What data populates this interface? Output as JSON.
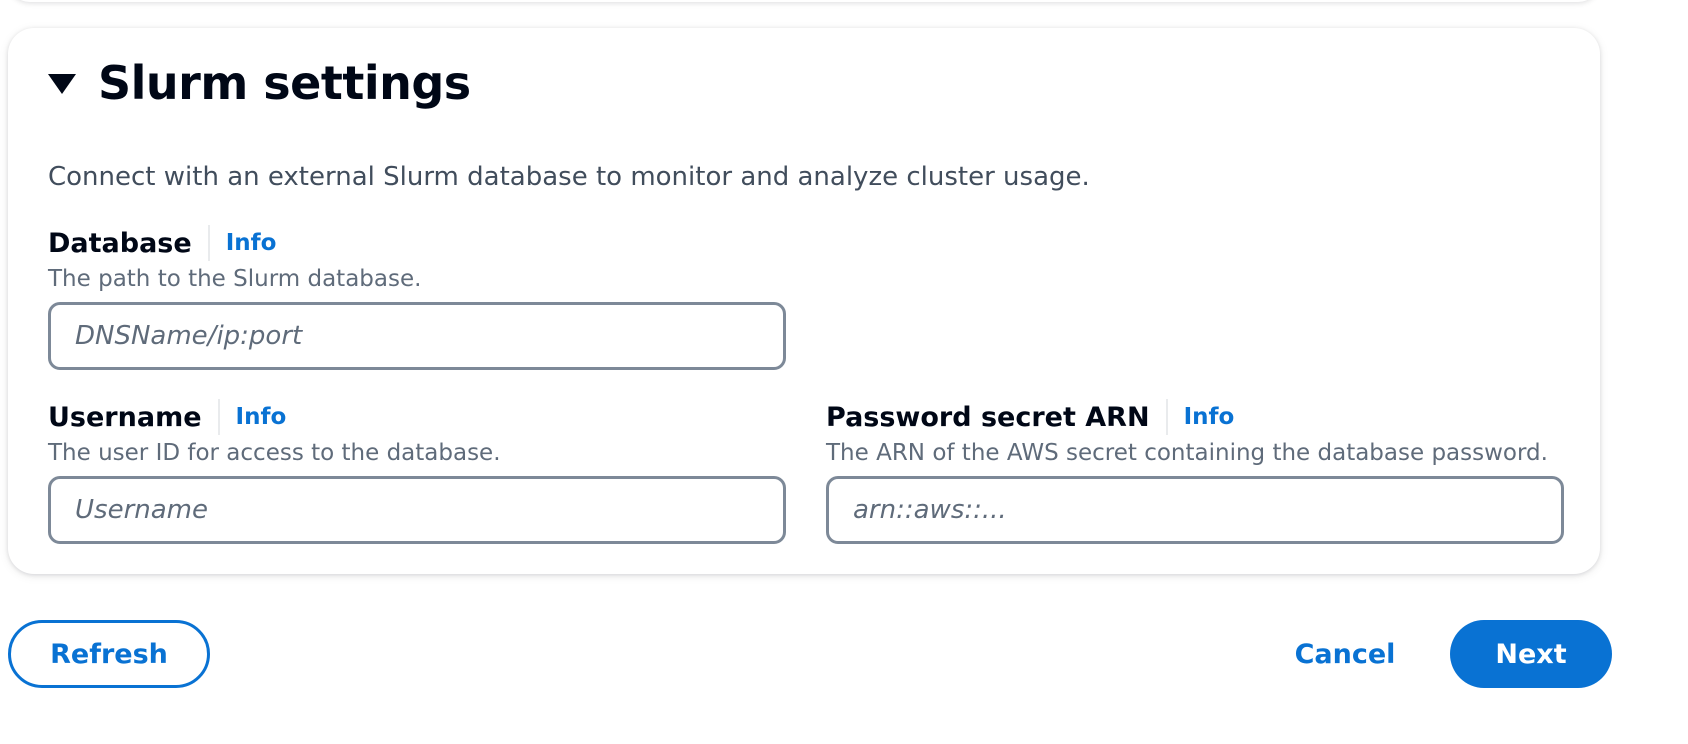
{
  "section": {
    "title": "Slurm settings",
    "description": "Connect with an external Slurm database to monitor and analyze cluster usage."
  },
  "fields": {
    "database": {
      "label": "Database",
      "info": "Info",
      "description": "The path to the Slurm database.",
      "value": "",
      "placeholder": "DNSName/ip:port"
    },
    "username": {
      "label": "Username",
      "info": "Info",
      "description": "The user ID for access to the database.",
      "value": "",
      "placeholder": "Username"
    },
    "password_secret_arn": {
      "label": "Password secret ARN",
      "info": "Info",
      "description": "The ARN of the AWS secret containing the database password.",
      "value": "",
      "placeholder": "arn::aws::..."
    }
  },
  "actions": {
    "refresh": "Refresh",
    "cancel": "Cancel",
    "next": "Next"
  },
  "colors": {
    "link": "#0972d3",
    "primary_button": "#0972d3",
    "text": "#000716",
    "secondary_text": "#5f6b7a",
    "input_border": "#7d8998"
  },
  "icons": {
    "section_toggle": "caret-down-icon"
  }
}
